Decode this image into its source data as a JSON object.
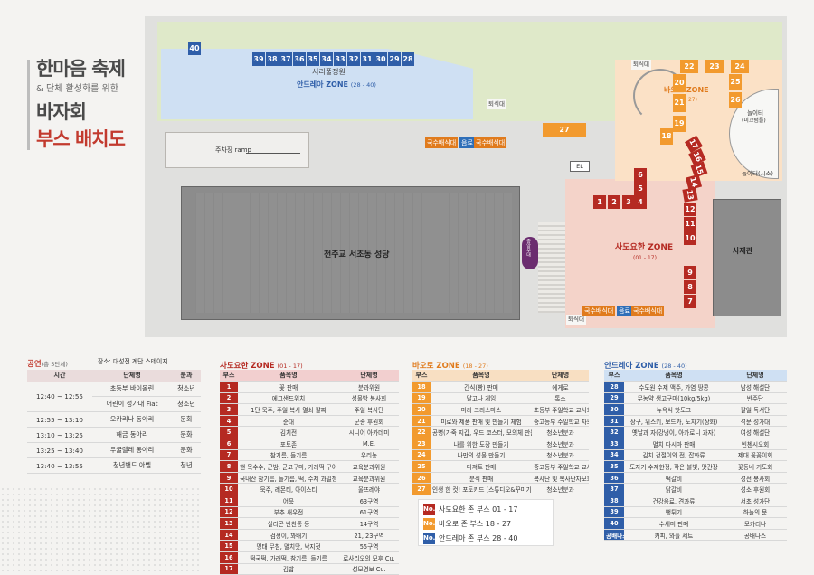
{
  "title": {
    "line1": "한마음 축제",
    "line2": "& 단체 활성화를 위한",
    "line3": "바자회",
    "line4": "부스 배치도"
  },
  "map": {
    "seoripul": "서리풀정원",
    "andrea_zone": "안드레아 ZONE",
    "andrea_range": "(28 - 40)",
    "bao_zone": "바오로 ZONE",
    "bao_range": "(18 - 27)",
    "sado_zone": "사도요한 ZONE",
    "sado_range": "(01 - 17)",
    "parking": "주차장 ramp",
    "cathedral": "천주교 서초동 성당",
    "sajegwan": "사제관",
    "playground": "놀이터",
    "playground_sub": "(미끄럼틀)",
    "playground2": "놀이터(시소)",
    "toilet": "퇴식대",
    "el": "EL",
    "stage": "중앙무대",
    "noodle": "국수배식대",
    "water": "음료",
    "blue_booths": [
      "40",
      "39",
      "38",
      "37",
      "36",
      "35",
      "34",
      "33",
      "32",
      "31",
      "30",
      "29",
      "28"
    ],
    "orange_booths": [
      "22",
      "23",
      "24",
      "20",
      "21",
      "25",
      "26",
      "19",
      "18",
      "27"
    ],
    "red_booths": [
      "1",
      "2",
      "3",
      "4",
      "5",
      "6",
      "17",
      "16",
      "15",
      "14",
      "13",
      "12",
      "11",
      "10",
      "9",
      "8",
      "7"
    ]
  },
  "performance": {
    "title": "공연",
    "title_sub": "(총 5단체)",
    "venue": "장소: 대성전 계단 스테이지",
    "headers": [
      "시간",
      "단체명",
      "분과"
    ],
    "rows": [
      {
        "time": "12:40 ~ 12:55",
        "names": [
          "초등부 바이올린",
          "어린이 성가대 Fiat"
        ],
        "divs": [
          "청소년",
          "청소년"
        ]
      },
      {
        "time": "12:55 ~ 13:10",
        "names": [
          "오카리나 동아리"
        ],
        "divs": [
          "문화"
        ]
      },
      {
        "time": "13:10 ~ 13:25",
        "names": [
          "해금 동아리"
        ],
        "divs": [
          "문화"
        ]
      },
      {
        "time": "13:25 ~ 13:40",
        "names": [
          "우쿨렐레 동아리"
        ],
        "divs": [
          "문화"
        ]
      },
      {
        "time": "13:40 ~ 13:55",
        "names": [
          "청년밴드 아벨"
        ],
        "divs": [
          "청년"
        ]
      }
    ]
  },
  "sado": {
    "title": "사도요한 ZONE",
    "range": "(01 - 17)",
    "headers": [
      "부스",
      "품목명",
      "단체명"
    ],
    "rows": [
      [
        "1",
        "꽃 판매",
        "분과위원"
      ],
      [
        "2",
        "에그샌드위치",
        "성물방 봉사회"
      ],
      [
        "3",
        "1단 묵주, 주일 복사 열쇠 팔찌",
        "주일 복사단"
      ],
      [
        "4",
        "순대",
        "군종 후원회"
      ],
      [
        "5",
        "김치전",
        "시니어 아카데미"
      ],
      [
        "6",
        "포토존",
        "M.E."
      ],
      [
        "7",
        "참기름, 들기름",
        "우리농"
      ],
      [
        "8",
        "핸 목수수, 군밤, 군고구마, 가래떡 구이",
        "교육분과위원"
      ],
      [
        "9",
        "국내산 참기름, 들기름, 떡, 수제 과일청",
        "교육분과위원"
      ],
      [
        "10",
        "묵주, 레몬티, 아이스티",
        "울뜨레야"
      ],
      [
        "11",
        "어묵",
        "63구역"
      ],
      [
        "12",
        "부추 새우전",
        "61구역"
      ],
      [
        "13",
        "실리콘 반찬통 등",
        "14구역"
      ],
      [
        "14",
        "검정이, 꽈배기",
        "21, 23구역"
      ],
      [
        "15",
        "명태 무침, 멸치맛, 낙지젓",
        "55구역"
      ],
      [
        "16",
        "떡국떡, 가래떡, 참기름, 들기름",
        "로사리오의 모후 Cu."
      ],
      [
        "17",
        "김밥",
        "성모영보 Cu."
      ]
    ]
  },
  "bao": {
    "title": "바오로 ZONE",
    "range": "(18 - 27)",
    "headers": [
      "부스",
      "품목명",
      "단체명"
    ],
    "rows": [
      [
        "18",
        "간식(빵) 판매",
        "에게로"
      ],
      [
        "19",
        "달고나 게임",
        "톡스"
      ],
      [
        "20",
        "미리 크리스마스",
        "초등부 주일학교 교사회"
      ],
      [
        "21",
        "미로와 제품 판매 및 만들기 체험",
        "중고등부 주일학교 자모회"
      ],
      [
        "22",
        "공병(가죽 지갑, 우드 코스터, 모의체 만들기)",
        "청소년분과"
      ],
      [
        "23",
        "나를 위한 도장 만들기",
        "청소년분과"
      ],
      [
        "24",
        "나만의 성물 만들기",
        "청소년분과"
      ],
      [
        "25",
        "디저트 판매",
        "중고등부 주일학교 교사회"
      ],
      [
        "26",
        "분식 판매",
        "복사단 및 복사단자모회"
      ],
      [
        "27",
        "인생 한 컷! 포토키드 (스튜디오&꾸미기)",
        "청소년분과"
      ]
    ]
  },
  "andrea": {
    "title": "안드레아 ZONE",
    "range": "(28 - 40)",
    "headers": [
      "부스",
      "품목명",
      "단체명"
    ],
    "rows": [
      [
        "28",
        "수도원 수제 맥주, 가염 땅콩",
        "남성 해설단"
      ],
      [
        "29",
        "무농약 생고구마(10kg/5kg)",
        "반주단"
      ],
      [
        "30",
        "뉴욕식 핫도그",
        "팔일 독서단"
      ],
      [
        "31",
        "장구, 위스키, 보드카, 도자기(장화)",
        "석문 성가대"
      ],
      [
        "32",
        "옛날과 자(강냉이, 아카로니 과자)",
        "여성 해설단"
      ],
      [
        "33",
        "멸치 다시마 판매",
        "빈첸시오회"
      ],
      [
        "34",
        "김치 겉절이와 전, 잡화류",
        "제대 꽃꽂이회"
      ],
      [
        "35",
        "도자기 수제한정, 작은 불빛, 맛간장",
        "꽃동네 기도회"
      ],
      [
        "36",
        "떡갈비",
        "성전 봉사회"
      ],
      [
        "37",
        "닭갈비",
        "성소 후원회"
      ],
      [
        "38",
        "건강음료, 견과류",
        "서초 성가단"
      ],
      [
        "39",
        "뻥튀기",
        "하늘의 문"
      ],
      [
        "40",
        "수세미 판매",
        "모카리나"
      ],
      [
        "공배나스",
        "커피, 와플 세트",
        "공배나스"
      ]
    ]
  },
  "legend": {
    "no": "No.",
    "sado": "사도요한 존 부스  01 - 17",
    "bao": "바오로 존 부스  18 - 27",
    "andrea": "안드레아 존 부스  28 - 40"
  },
  "colors": {
    "red": "#b52a22",
    "orange": "#f29a2e",
    "blue": "#2f5ea8"
  }
}
